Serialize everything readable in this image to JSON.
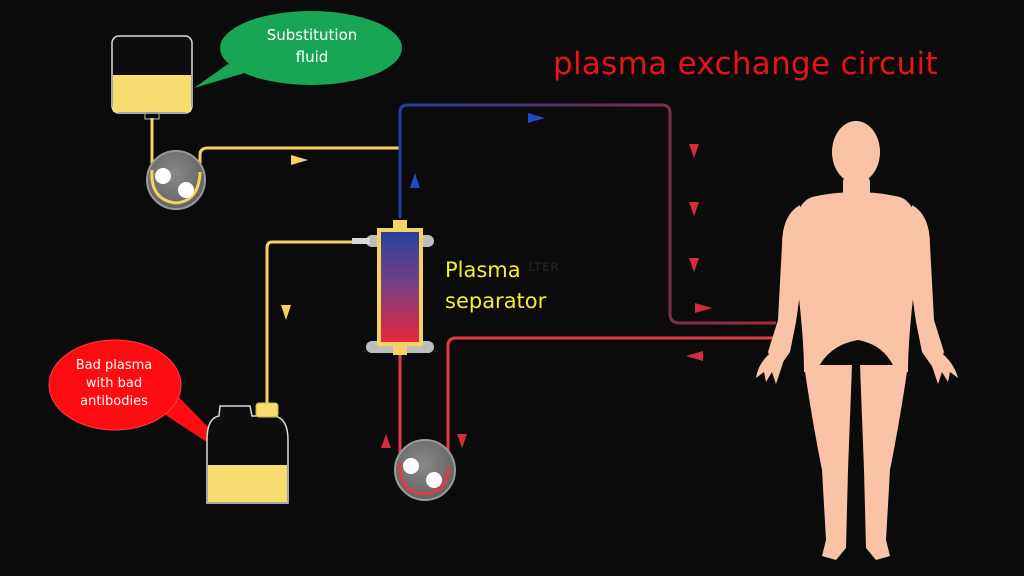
{
  "title": "plasma exchange circuit",
  "substitution_bubble": {
    "line1": "Substitution",
    "line2": "fluid"
  },
  "bad_plasma_bubble": {
    "line1": "Bad plasma",
    "line2": "with bad",
    "line3": "antibodies"
  },
  "separator_label": {
    "line1": "Plasma",
    "line2": "separator"
  },
  "faint_text": "LTER",
  "colors": {
    "background": "#0b0b0b",
    "title": "#e8121b",
    "plasma_line": "#f4d35e",
    "blood_in": "#e23a45",
    "blood_out": "#b32635",
    "venous": "#1f3fa8",
    "fluid": "#f7dc6f",
    "skin": "#fbc3a6",
    "bubble_green": "#19a654",
    "bubble_red": "#ff0b12"
  }
}
